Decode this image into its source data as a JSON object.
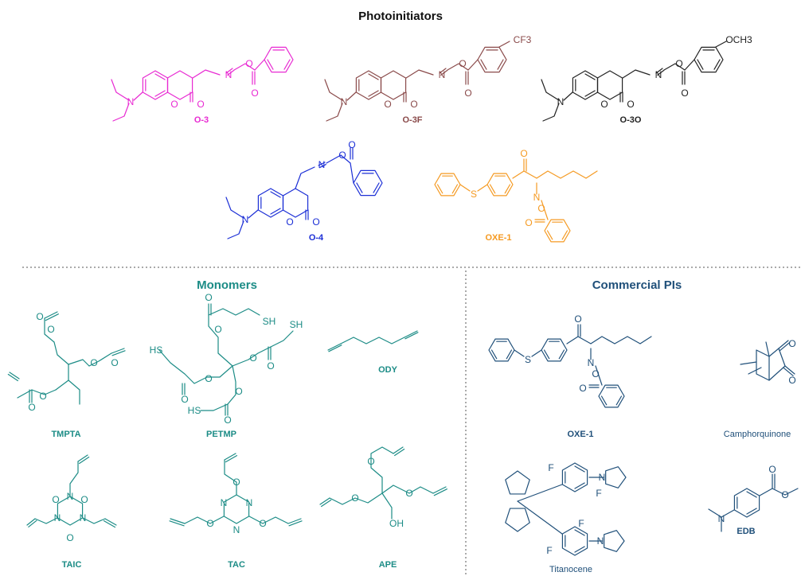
{
  "colors": {
    "o3": "#e82ad2",
    "o3f": "#8a4a4a",
    "o3o": "#222222",
    "o4": "#1c2fd6",
    "oxe_photo": "#f59a22",
    "monomer": "#1c8c86",
    "commercial": "#20507a",
    "divider": "#555555"
  },
  "sections": {
    "photoinitiators": "Photoinitiators",
    "monomers": "Monomers",
    "commercial": "Commercial PIs"
  },
  "compounds": {
    "o3": "O-3",
    "o3f": "O-3F",
    "o3o": "O-3O",
    "o4": "O-4",
    "oxe1_photo": "OXE-1",
    "tmpta": "TMPTA",
    "petmp": "PETMP",
    "ody": "ODY",
    "taic": "TAIC",
    "tac": "TAC",
    "ape": "APE",
    "oxe1_commercial": "OXE-1",
    "camphorquinone": "Camphorquinone",
    "edb": "EDB",
    "titanocene": "Titanocene"
  },
  "atoms": {
    "N": "N",
    "O": "O",
    "S": "S",
    "SH": "SH",
    "HS": "HS",
    "OH": "OH",
    "F": "F",
    "CF3": "CF3",
    "OCH3": "OCH3"
  }
}
